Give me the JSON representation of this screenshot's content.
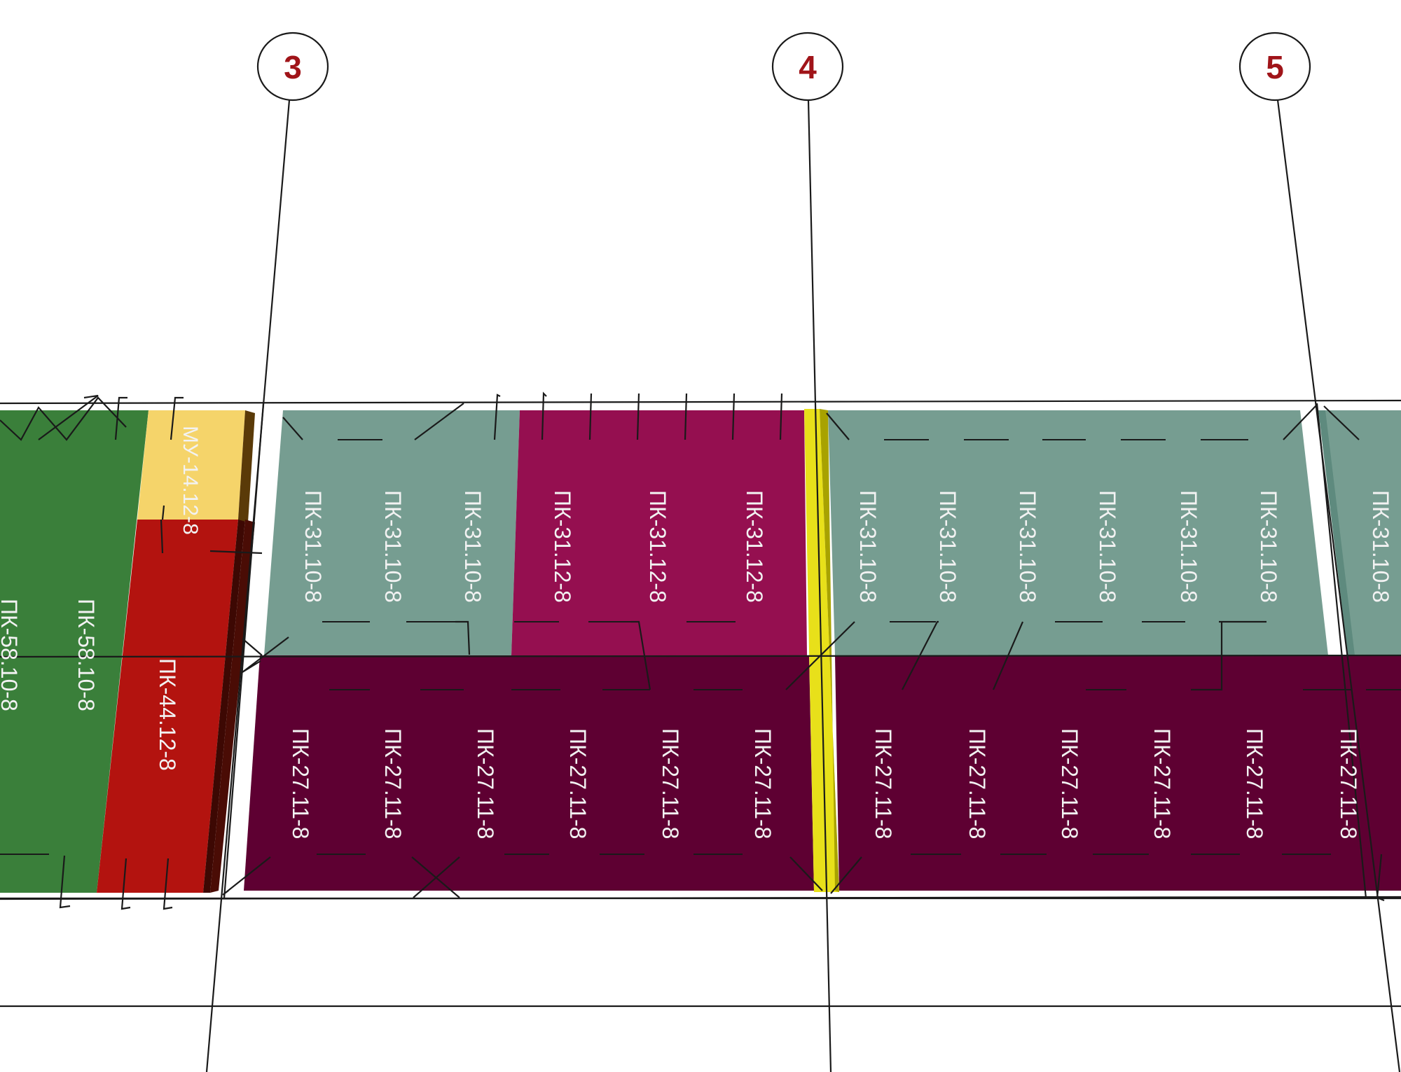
{
  "axes": [
    {
      "id": "axis-3",
      "label": "3"
    },
    {
      "id": "axis-4",
      "label": "4"
    },
    {
      "id": "axis-5",
      "label": "5"
    }
  ],
  "colors": {
    "green": "#3a7f3a",
    "yellow": "#f5d46a",
    "red": "#b3130f",
    "teal": "#769d91",
    "magenta": "#950f50",
    "darkMagenta": "#5e0032",
    "seam": "#e8e01a",
    "axisText": "#a01419"
  },
  "panels": {
    "left": {
      "green": [
        "ПК-58.10-8",
        "ПК-58.10-8"
      ],
      "yellow": "МУ-14.12-8",
      "red": "ПК-44.12-8"
    },
    "upperBay34Teal": [
      "ПК-31.10-8",
      "ПК-31.10-8",
      "ПК-31.10-8"
    ],
    "upperBay34Magenta": [
      "ПК-31.12-8",
      "ПК-31.12-8",
      "ПК-31.12-8"
    ],
    "upperBay45": [
      "ПК-31.10-8",
      "ПК-31.10-8",
      "ПК-31.10-8",
      "ПК-31.10-8",
      "ПК-31.10-8",
      "ПК-31.10-8"
    ],
    "upperRight": "ПК-31.10-8",
    "lowerBay34": [
      "ПК-27.11-8",
      "ПК-27.11-8",
      "ПК-27.11-8",
      "ПК-27.11-8",
      "ПК-27.11-8",
      "ПК-27.11-8"
    ],
    "lowerBay45": [
      "ПК-27.11-8",
      "ПК-27.11-8",
      "ПК-27.11-8",
      "ПК-27.11-8",
      "ПК-27.11-8",
      "ПК-27.11-8"
    ]
  }
}
